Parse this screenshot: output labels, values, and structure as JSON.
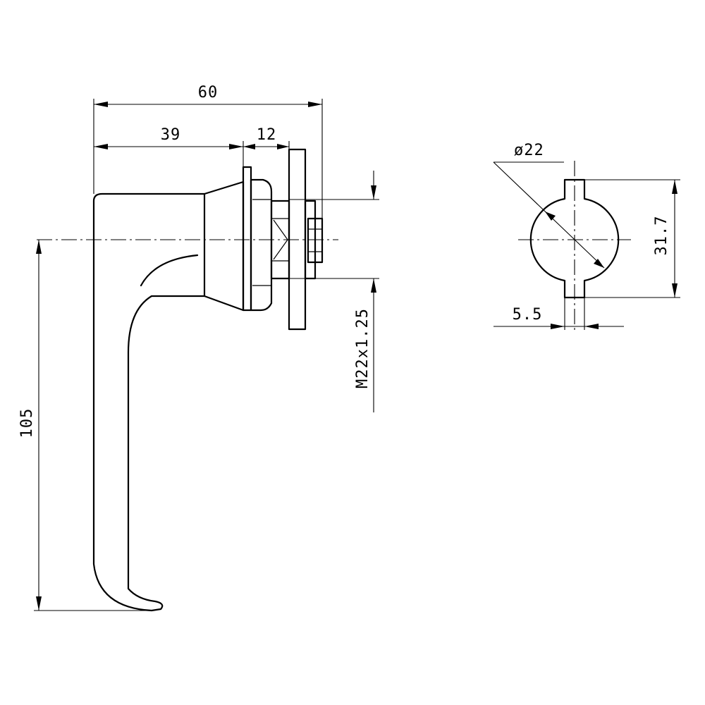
{
  "dimensions": {
    "overall_length": "60",
    "handle_to_flange": "39",
    "flange_to_plate": "12",
    "handle_height": "105",
    "thread_spec": "M22x1.25",
    "shaft_diameter": "ø22",
    "key_height": "31.7",
    "key_width": "5.5"
  }
}
